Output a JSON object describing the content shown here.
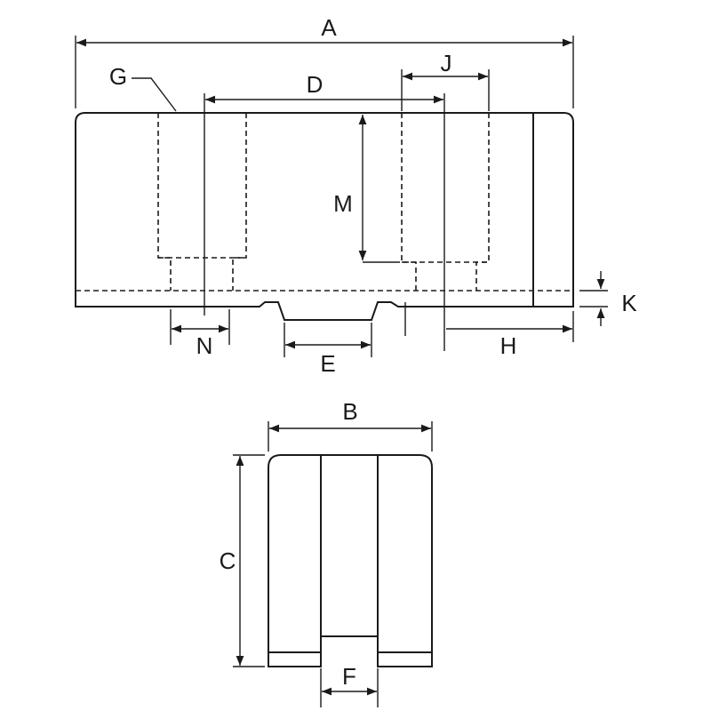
{
  "figure": {
    "stroke_color": "#1a1a1a",
    "background": "#ffffff",
    "labels": {
      "A": "A",
      "B": "B",
      "C": "C",
      "D": "D",
      "E": "E",
      "F": "F",
      "G": "G",
      "H": "H",
      "J": "J",
      "K": "K",
      "M": "M",
      "N": "N"
    }
  }
}
